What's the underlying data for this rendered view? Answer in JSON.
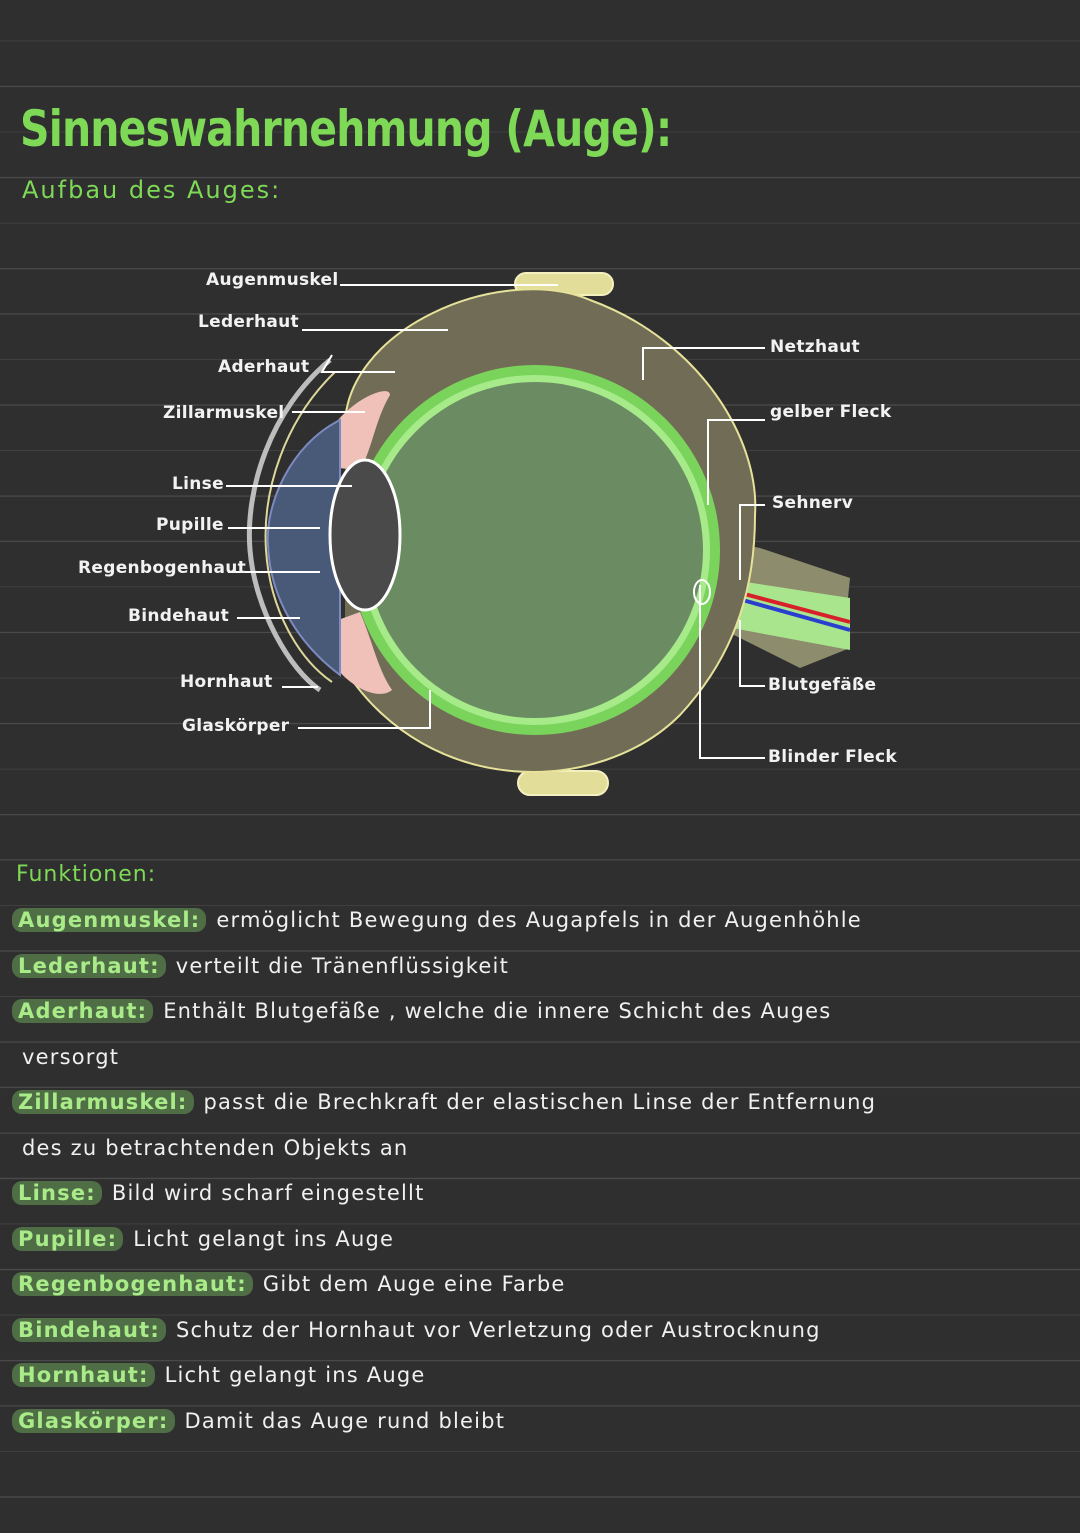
{
  "header": {
    "title": "Sinneswahrnehmung (Auge):",
    "subtitle": "Aufbau des Auges:"
  },
  "diagram_labels": {
    "augenmuskel": "Augenmuskel",
    "lederhaut": "Lederhaut",
    "aderhaut": "Aderhaut",
    "ziliarmuskel": "Zillarmuskel",
    "linse": "Linse",
    "pupille": "Pupille",
    "regenbogenhaut": "Regenbogenhaut",
    "bindehaut": "Bindehaut",
    "hornhaut": "Hornhaut",
    "glaskoerper": "Glaskörper",
    "netzhaut": "Netzhaut",
    "gelber_fleck": "gelber Fleck",
    "sehnerv": "Sehnerv",
    "blutgefaesse": "Blutgefäße",
    "blinder_fleck": "Blinder Fleck"
  },
  "functions": {
    "heading": "Funktionen:",
    "items": [
      {
        "term": "Augenmuskel:",
        "text": "ermöglicht Bewegung des Augapfels in der Augenhöhle"
      },
      {
        "term": "Lederhaut:",
        "text": "verteilt die Tränenflüssigkeit"
      },
      {
        "term": "Aderhaut:",
        "text": "Enthält Blutgefäße , welche die innere Schicht des Auges",
        "cont": "versorgt"
      },
      {
        "term": "Zillarmuskel:",
        "text": "passt die Brechkraft der elastischen Linse der Entfernung",
        "cont": "des zu betrachtenden Objekts an"
      },
      {
        "term": "Linse:",
        "text": "Bild wird scharf eingestellt"
      },
      {
        "term": "Pupille:",
        "text": "Licht gelangt ins Auge"
      },
      {
        "term": "Regenbogenhaut:",
        "text": "Gibt dem Auge eine Farbe"
      },
      {
        "term": "Bindehaut:",
        "text": "Schutz der Hornhaut vor Verletzung oder Austrocknung"
      },
      {
        "term": "Hornhaut:",
        "text": "Licht gelangt ins Auge"
      },
      {
        "term": "Glaskörper:",
        "text": "Damit das Auge rund bleibt"
      }
    ]
  },
  "colors": {
    "accent_green": "#7ed957",
    "background": "#2f2f2f",
    "vitreous": "#6b8c62",
    "retina": "#7ad45b",
    "sclera": "#6e6a55",
    "muscle": "#e8e0a0",
    "ciliary": "#efc1b8",
    "artery": "#d8202a",
    "vein": "#2a3fd0"
  }
}
